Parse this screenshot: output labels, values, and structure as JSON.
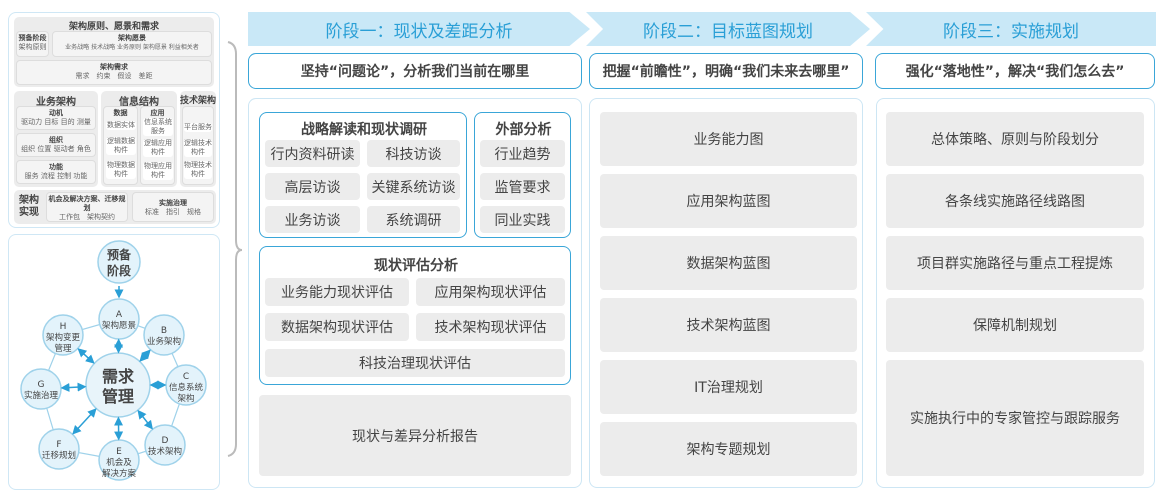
{
  "left_top": {
    "title": "架构原则、愿景和需求",
    "prep": {
      "title": "预备阶段",
      "items": "架构原则"
    },
    "vision": {
      "title": "架构愿景",
      "items": "业务战略 技术战略 业务原则 架构愿景 利益相关者"
    },
    "req": {
      "title": "架构需求",
      "items": "需求　约束　假设　差距"
    },
    "business": {
      "title": "业务架构",
      "blocks": [
        {
          "title": "动机",
          "items": "驱动力 目标 目的 测量"
        },
        {
          "title": "组织",
          "items": "组织 位置 驱动者 角色"
        },
        {
          "title": "功能",
          "items": "服务 流程 控制 功能"
        }
      ]
    },
    "info": {
      "title": "信息结构",
      "data": {
        "title": "数据",
        "items": [
          "数据实体",
          "逻辑数据构件",
          "物理数据构件"
        ]
      },
      "app": {
        "title": "应用",
        "items": [
          "信息系统服务",
          "逻辑应用构件",
          "物理应用构件"
        ]
      }
    },
    "tech": {
      "title": "技术架构",
      "items": [
        "平台服务",
        "逻辑技术构件",
        "物理技术构件"
      ]
    },
    "impl": {
      "title": "架构实现",
      "opp": {
        "title": "机会及解决方案、迁移规划",
        "items": "工作包　架构契约"
      },
      "gov": {
        "title": "实施治理",
        "items": "标准　指引　规格"
      }
    }
  },
  "cycle": {
    "prep": [
      "预备",
      "阶段"
    ],
    "center": [
      "需求",
      "管理"
    ],
    "nodes": [
      {
        "letter": "A",
        "lines": [
          "架构愿景"
        ]
      },
      {
        "letter": "B",
        "lines": [
          "业务架构"
        ]
      },
      {
        "letter": "C",
        "lines": [
          "信息系统",
          "架构"
        ]
      },
      {
        "letter": "D",
        "lines": [
          "技术架构"
        ]
      },
      {
        "letter": "E",
        "lines": [
          "机会及",
          "解决方案"
        ]
      },
      {
        "letter": "F",
        "lines": [
          "迁移规划"
        ]
      },
      {
        "letter": "G",
        "lines": [
          "实施治理"
        ]
      },
      {
        "letter": "H",
        "lines": [
          "架构变更",
          "管理"
        ]
      }
    ],
    "color": "#2a9fd6"
  },
  "stages": [
    {
      "title": "阶段一：现状及差距分析",
      "slogan": "坚持“问题论”，分析我们当前在哪里"
    },
    {
      "title": "阶段二：目标蓝图规划",
      "slogan": "把握“前瞻性”，明确“我们未来去哪里”"
    },
    {
      "title": "阶段三：实施规划",
      "slogan": "强化“落地性”，解决“我们怎么去”"
    }
  ],
  "stage1": {
    "strategy": {
      "title": "战略解读和现状调研",
      "items": [
        "行内资料研读",
        "科技访谈",
        "高层访谈",
        "关键系统访谈",
        "业务访谈",
        "系统调研"
      ]
    },
    "external": {
      "title": "外部分析",
      "items": [
        "行业趋势",
        "监管要求",
        "同业实践"
      ]
    },
    "assess": {
      "title": "现状评估分析",
      "items": [
        "业务能力现状评估",
        "应用架构现状评估",
        "数据架构现状评估",
        "技术架构现状评估",
        "科技治理现状评估"
      ]
    },
    "report": "现状与差异分析报告"
  },
  "stage2": {
    "items": [
      "业务能力图",
      "应用架构蓝图",
      "数据架构蓝图",
      "技术架构蓝图",
      "IT治理规划",
      "架构专题规划"
    ]
  },
  "stage3": {
    "items": [
      "总体策略、原则与阶段划分",
      "各条线实施路径线路图",
      "项目群实施路径与重点工程提炼",
      "保障机制规划",
      "实施执行中的专家管控与跟踪服务"
    ]
  },
  "colors": {
    "accent": "#2a9fd6",
    "band": "#c9e8f7",
    "border": "#3aa6d8",
    "box": "#ececec"
  }
}
